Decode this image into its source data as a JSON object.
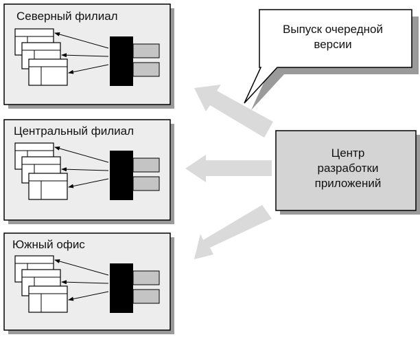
{
  "branches": [
    {
      "title": "Северный филиал"
    },
    {
      "title": "Центральный филиал"
    },
    {
      "title": "Южный офис"
    }
  ],
  "callout": {
    "line1": "Выпуск очередной",
    "line2": "версии"
  },
  "dev_center": {
    "line1": "Центр",
    "line2": "разработки",
    "line3": "приложений"
  },
  "colors": {
    "box_fill": "#ededed",
    "dev_center_fill": "#d4d4d4",
    "arrow_fill": "#dadada",
    "server_body": "#000000",
    "server_slot": "#c4c4c4",
    "window_fill": "#ffffff",
    "stroke": "#000000",
    "shadow": "#9a9a9a"
  }
}
